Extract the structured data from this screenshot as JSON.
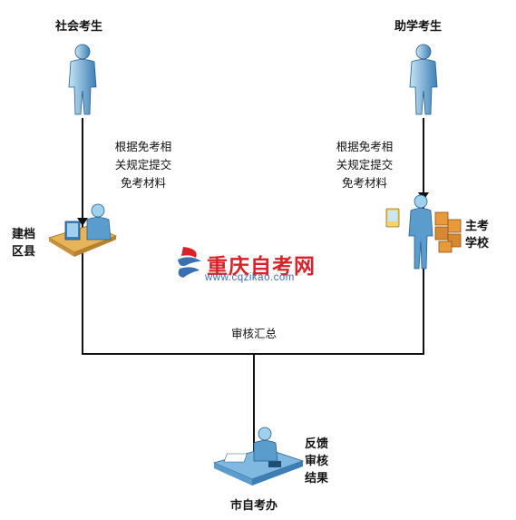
{
  "nodes": {
    "social_candidate": "社会考生",
    "assisted_candidate": "助学考生",
    "district_office": "建档区县",
    "host_school": "主考学校",
    "city_office": "市自考办"
  },
  "edges": {
    "left_submit": [
      "根据免考相",
      "关规定提交",
      "免考材料"
    ],
    "right_submit": [
      "根据免考相",
      "关规定提交",
      "免考材料"
    ],
    "summary": "审核汇总",
    "feedback": "反馈审核结果"
  },
  "watermark": {
    "name": "重庆自考网",
    "url": "www.cqzikao.com"
  },
  "colors": {
    "person_light": "#a8d4ec",
    "person_dark": "#3d7fb5",
    "desk_wood": "#e8b45a",
    "line": "#111111",
    "watermark_red": "#d8222a",
    "watermark_blue": "#3a6fb0"
  }
}
